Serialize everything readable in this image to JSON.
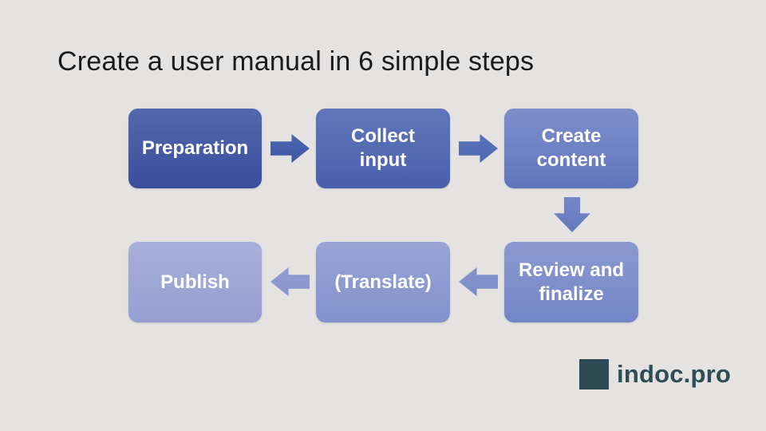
{
  "slide": {
    "title": "Create a user manual in 6 simple steps",
    "background_color": "#e5e3e2",
    "title_color": "#1b1b1b"
  },
  "steps": [
    {
      "label": "Preparation",
      "color_top": "#5268ae",
      "color_bottom": "#3a4e9c"
    },
    {
      "label": "Collect\ninput",
      "color_top": "#6077ba",
      "color_bottom": "#4a5fab"
    },
    {
      "label": "Create\ncontent",
      "color_top": "#7c8ec9",
      "color_bottom": "#6175bd"
    },
    {
      "label": "Review and\nfinalize",
      "color_top": "#8b9ad0",
      "color_bottom": "#7285c5"
    },
    {
      "label": "(Translate)",
      "color_top": "#97a4d5",
      "color_bottom": "#8292cc"
    },
    {
      "label": "Publish",
      "color_top": "#a6b0da",
      "color_bottom": "#939fd1"
    }
  ],
  "arrows": [
    {
      "icon": "arrow-right-icon",
      "direction": "right",
      "from": "Preparation",
      "to": "Collect input",
      "color": "#4a66b0"
    },
    {
      "icon": "arrow-right-icon",
      "direction": "right",
      "from": "Collect input",
      "to": "Create content",
      "color": "#5a73ba"
    },
    {
      "icon": "arrow-down-icon",
      "direction": "down",
      "from": "Create content",
      "to": "Review and finalize",
      "color": "#7487c6"
    },
    {
      "icon": "arrow-left-icon",
      "direction": "left",
      "from": "Review and finalize",
      "to": "(Translate)",
      "color": "#8493cc"
    },
    {
      "icon": "arrow-left-icon",
      "direction": "left",
      "from": "(Translate)",
      "to": "Publish",
      "color": "#8f9dd2"
    }
  ],
  "logo": {
    "text": "indoc.pro",
    "square_color": "#2e4b55",
    "text_color": "#2e4d57"
  }
}
